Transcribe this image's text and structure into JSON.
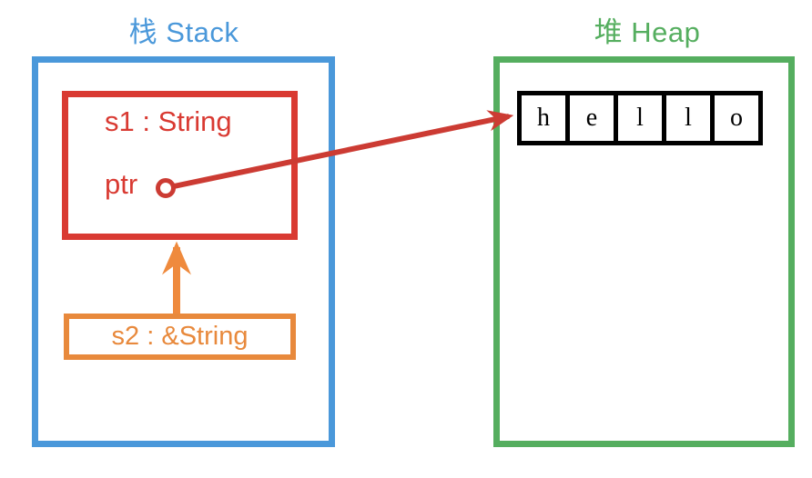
{
  "diagram": {
    "title_stack": "栈 Stack",
    "title_heap": "堆 Heap",
    "colors": {
      "stack_blue": "#4a98da",
      "heap_green": "#55ae5f",
      "s1_red": "#d93a32",
      "s2_orange": "#e8893c",
      "cell_black": "#000000",
      "background": "#ffffff"
    }
  },
  "stack": {
    "s1": {
      "label": "s1 : String",
      "field_label": "ptr"
    },
    "s2": {
      "label": "s2 : &String"
    }
  },
  "heap": {
    "string_cells": [
      "h",
      "e",
      "l",
      "l",
      "o"
    ]
  }
}
